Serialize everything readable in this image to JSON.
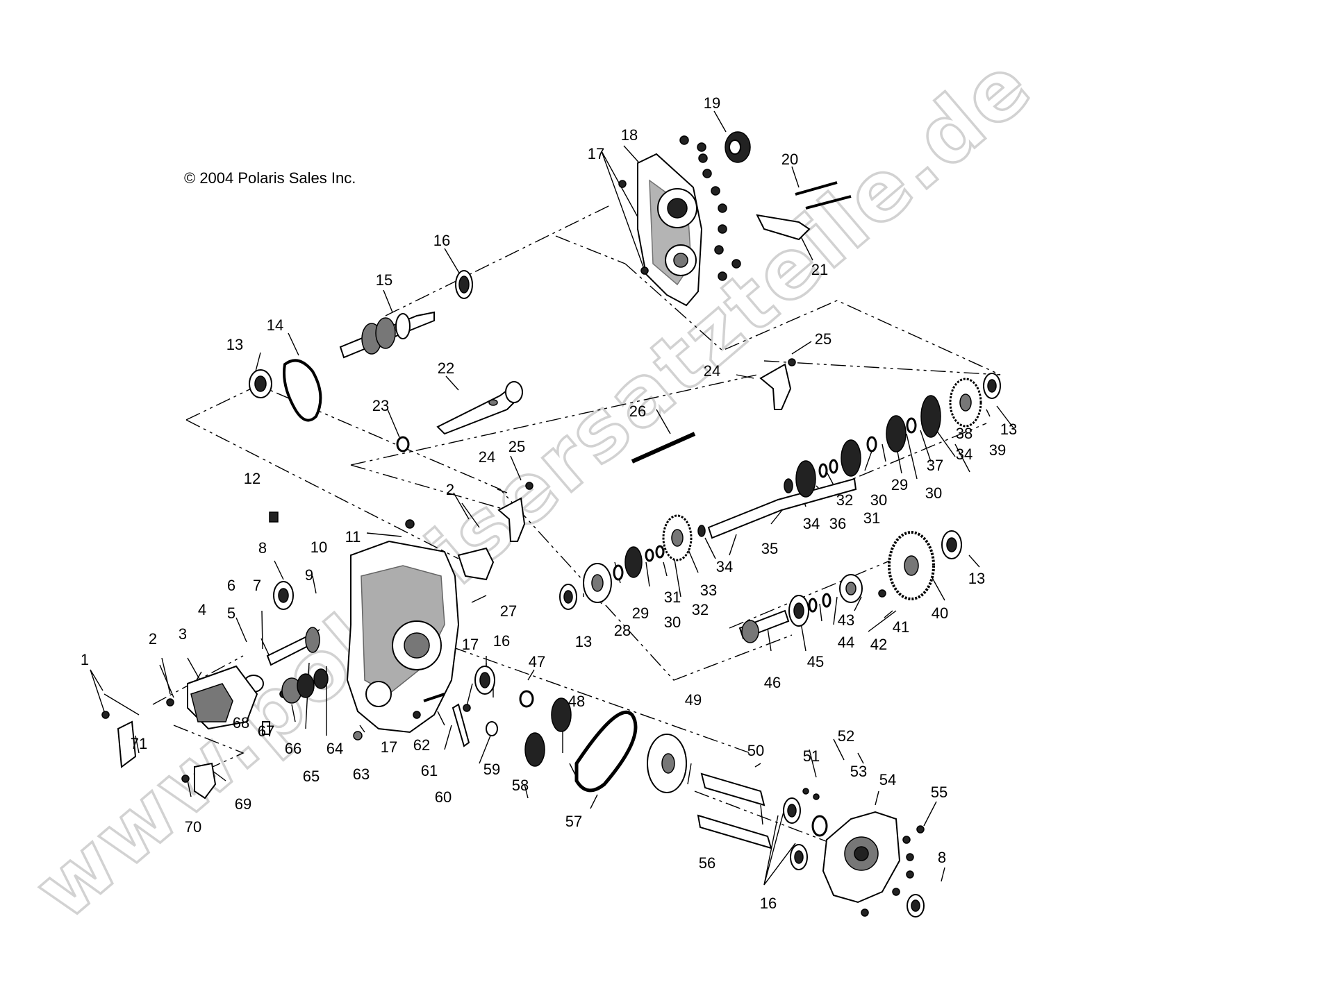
{
  "copyright": "© 2004 Polaris Sales Inc.",
  "watermark": "www.polarisersatzteile.de",
  "labels": {
    "n1": "1",
    "n2a": "2",
    "n2b": "2",
    "n3": "3",
    "n4": "4",
    "n5": "5",
    "n6": "6",
    "n7": "7",
    "n8a": "8",
    "n8b": "8",
    "n9": "9",
    "n10": "10",
    "n11": "11",
    "n12": "12",
    "n13a": "13",
    "n13b": "13",
    "n13c": "13",
    "n13d": "13",
    "n14": "14",
    "n15": "15",
    "n16a": "16",
    "n16b": "16",
    "n16c": "16",
    "n17a": "17",
    "n17b": "17",
    "n17c": "17",
    "n18": "18",
    "n19": "19",
    "n20": "20",
    "n21": "21",
    "n22": "22",
    "n23": "23",
    "n24a": "24",
    "n24b": "24",
    "n25a": "25",
    "n25b": "25",
    "n26": "26",
    "n27": "27",
    "n28": "28",
    "n29a": "29",
    "n29b": "29",
    "n30a": "30",
    "n30b": "30",
    "n30c": "30",
    "n31a": "31",
    "n31b": "31",
    "n32a": "32",
    "n32b": "32",
    "n33": "33",
    "n34a": "34",
    "n34b": "34",
    "n34c": "34",
    "n35": "35",
    "n36": "36",
    "n37": "37",
    "n38": "38",
    "n39": "39",
    "n40": "40",
    "n41": "41",
    "n42": "42",
    "n43": "43",
    "n44": "44",
    "n45": "45",
    "n46": "46",
    "n47": "47",
    "n48": "48",
    "n49": "49",
    "n50": "50",
    "n51": "51",
    "n52": "52",
    "n53": "53",
    "n54": "54",
    "n55": "55",
    "n56": "56",
    "n57": "57",
    "n58": "58",
    "n59": "59",
    "n60": "60",
    "n61": "61",
    "n62": "62",
    "n63": "63",
    "n64": "64",
    "n65": "65",
    "n66": "66",
    "n67": "67",
    "n68": "68",
    "n69": "69",
    "n70": "70",
    "n71": "71"
  }
}
